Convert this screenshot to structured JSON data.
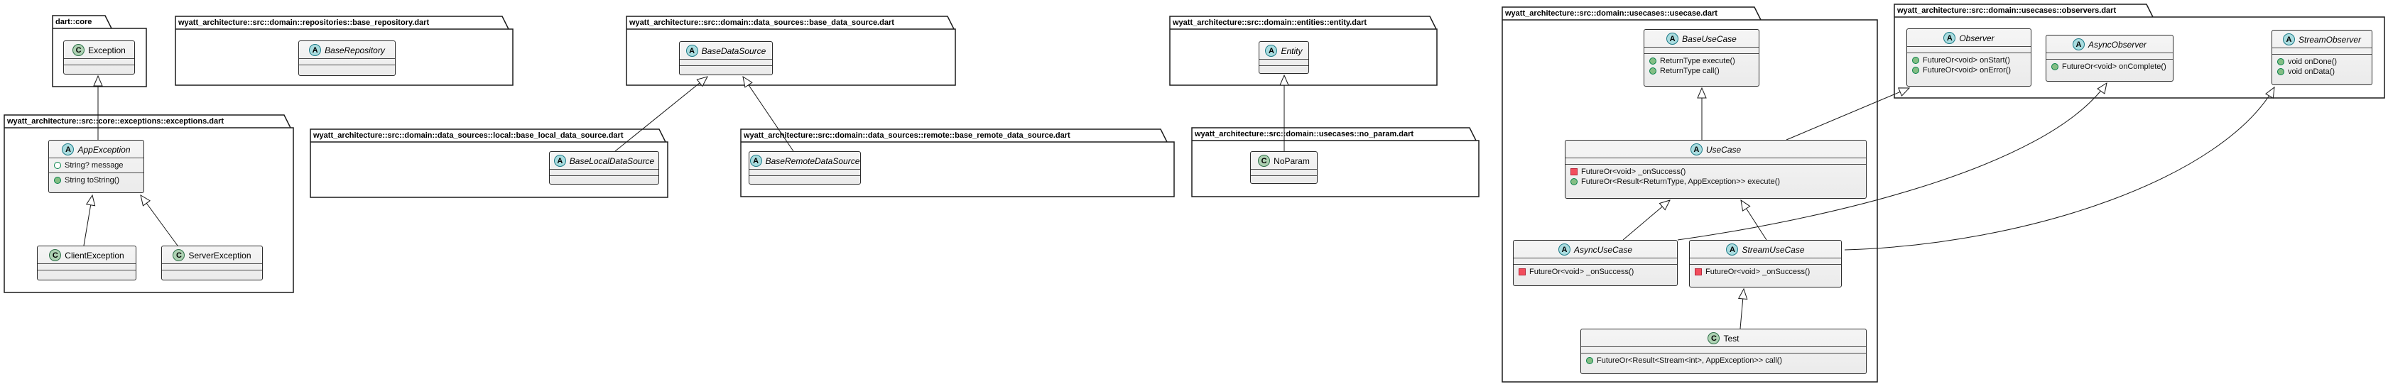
{
  "diagram_title": "wyatt_architecture domain UML class diagram",
  "colors": {
    "background": "#FFFFFF",
    "box_fill": "#F1F1F1",
    "box_border": "#2B2B2B",
    "line": "#181818",
    "abstract_badge": "#A9DCDF",
    "class_badge": "#ADD1B2",
    "public_marker": "#84BE84",
    "private_marker": "#F24D5C",
    "field_marker": "#FFFFFF"
  },
  "packages": {
    "dart_core": {
      "title": "dart::core"
    },
    "base_repository": {
      "title": "wyatt_architecture::src::domain::repositories::base_repository.dart"
    },
    "base_data_source": {
      "title": "wyatt_architecture::src::domain::data_sources::base_data_source.dart"
    },
    "entity": {
      "title": "wyatt_architecture::src::domain::entities::entity.dart"
    },
    "exceptions": {
      "title": "wyatt_architecture::src::core::exceptions::exceptions.dart"
    },
    "local_data_source": {
      "title": "wyatt_architecture::src::domain::data_sources::local::base_local_data_source.dart"
    },
    "remote_data_source": {
      "title": "wyatt_architecture::src::domain::data_sources::remote::base_remote_data_source.dart"
    },
    "no_param": {
      "title": "wyatt_architecture::src::domain::usecases::no_param.dart"
    },
    "usecase": {
      "title": "wyatt_architecture::src::domain::usecases::usecase.dart"
    },
    "observers": {
      "title": "wyatt_architecture::src::domain::usecases::observers.dart"
    }
  },
  "classes": {
    "exception": {
      "badge": "C",
      "name": "Exception",
      "attributes": [],
      "methods": []
    },
    "base_repository": {
      "badge": "A",
      "name": "BaseRepository",
      "attributes": [],
      "methods": []
    },
    "base_data_source": {
      "badge": "A",
      "name": "BaseDataSource",
      "attributes": [],
      "methods": []
    },
    "entity": {
      "badge": "A",
      "name": "Entity",
      "attributes": [],
      "methods": []
    },
    "app_exception": {
      "badge": "A",
      "name": "AppException",
      "attributes": [
        {
          "kind": "field",
          "text": "String? message"
        }
      ],
      "methods": [
        {
          "kind": "public",
          "text": "String toString()"
        }
      ]
    },
    "client_exception": {
      "badge": "C",
      "name": "ClientException",
      "attributes": [],
      "methods": []
    },
    "server_exception": {
      "badge": "C",
      "name": "ServerException",
      "attributes": [],
      "methods": []
    },
    "base_local_data_source": {
      "badge": "A",
      "name": "BaseLocalDataSource",
      "attributes": [],
      "methods": []
    },
    "base_remote_data_source": {
      "badge": "A",
      "name": "BaseRemoteDataSource",
      "attributes": [],
      "methods": []
    },
    "no_param": {
      "badge": "C",
      "name": "NoParam",
      "attributes": [],
      "methods": []
    },
    "base_use_case": {
      "badge": "A",
      "name": "BaseUseCase",
      "attributes": [],
      "methods": [
        {
          "kind": "public",
          "text": "ReturnType execute()"
        },
        {
          "kind": "public",
          "text": "ReturnType call()"
        }
      ]
    },
    "use_case": {
      "badge": "A",
      "name": "UseCase",
      "attributes": [],
      "methods": [
        {
          "kind": "private",
          "text": "FutureOr<void> _onSuccess()"
        },
        {
          "kind": "public",
          "text": "FutureOr<Result<ReturnType, AppException>> execute()"
        }
      ]
    },
    "async_use_case": {
      "badge": "A",
      "name": "AsyncUseCase",
      "attributes": [],
      "methods": [
        {
          "kind": "private",
          "text": "FutureOr<void> _onSuccess()"
        }
      ]
    },
    "stream_use_case": {
      "badge": "A",
      "name": "StreamUseCase",
      "attributes": [],
      "methods": [
        {
          "kind": "private",
          "text": "FutureOr<void> _onSuccess()"
        }
      ]
    },
    "test": {
      "badge": "C",
      "name": "Test",
      "attributes": [],
      "methods": [
        {
          "kind": "public",
          "text": "FutureOr<Result<Stream<int>, AppException>> call()"
        }
      ]
    },
    "observer": {
      "badge": "A",
      "name": "Observer",
      "attributes": [],
      "methods": [
        {
          "kind": "public",
          "text": "FutureOr<void> onStart()"
        },
        {
          "kind": "public",
          "text": "FutureOr<void> onError()"
        }
      ]
    },
    "async_observer": {
      "badge": "A",
      "name": "AsyncObserver",
      "attributes": [],
      "methods": [
        {
          "kind": "public",
          "text": "FutureOr<void> onComplete()"
        }
      ]
    },
    "stream_observer": {
      "badge": "A",
      "name": "StreamObserver",
      "attributes": [],
      "methods": [
        {
          "kind": "public",
          "text": "void onDone()"
        },
        {
          "kind": "public",
          "text": "void onData()"
        }
      ]
    }
  },
  "relations": [
    {
      "child": "AppException",
      "parent": "Exception",
      "type": "extends"
    },
    {
      "child": "ClientException",
      "parent": "AppException",
      "type": "extends"
    },
    {
      "child": "ServerException",
      "parent": "AppException",
      "type": "extends"
    },
    {
      "child": "BaseLocalDataSource",
      "parent": "BaseDataSource",
      "type": "extends"
    },
    {
      "child": "BaseRemoteDataSource",
      "parent": "BaseDataSource",
      "type": "extends"
    },
    {
      "child": "NoParam",
      "parent": "Entity",
      "type": "extends"
    },
    {
      "child": "UseCase",
      "parent": "BaseUseCase",
      "type": "extends"
    },
    {
      "child": "UseCase",
      "parent": "Observer",
      "type": "extends"
    },
    {
      "child": "AsyncUseCase",
      "parent": "UseCase",
      "type": "extends"
    },
    {
      "child": "StreamUseCase",
      "parent": "UseCase",
      "type": "extends"
    },
    {
      "child": "AsyncUseCase",
      "parent": "AsyncObserver",
      "type": "extends"
    },
    {
      "child": "StreamUseCase",
      "parent": "StreamObserver",
      "type": "extends"
    },
    {
      "child": "Test",
      "parent": "StreamUseCase",
      "type": "extends"
    }
  ]
}
